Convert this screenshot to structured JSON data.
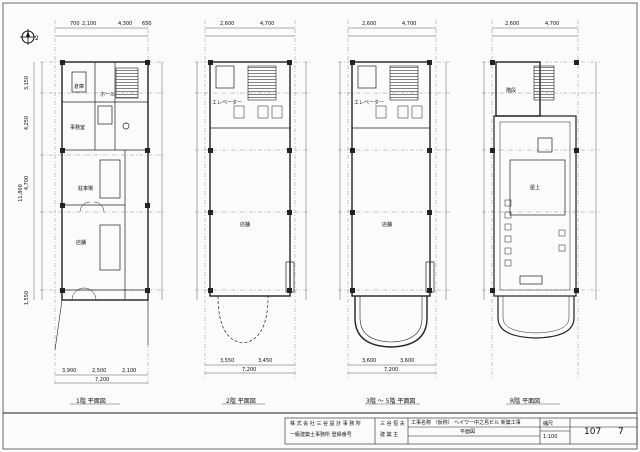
{
  "drawing": {
    "north_mark": "2",
    "plans": [
      {
        "id": "f1",
        "caption": "1階 平面図",
        "dims_top": [
          "700",
          "2,100",
          "4,300",
          "650"
        ],
        "dims_bottom": [
          "3,900",
          "2,500",
          "2,100",
          "7,200"
        ],
        "rooms": [
          "倉庫",
          "ホール",
          "事務室",
          "駐車場",
          "店舗"
        ]
      },
      {
        "id": "f2",
        "caption": "2階 平面図",
        "dims_top": [
          "2,600",
          "4,700"
        ],
        "dims_bottom": [
          "3,550",
          "3,450",
          "7,200"
        ],
        "rooms": [
          "エレベーター",
          "店舗"
        ]
      },
      {
        "id": "f3",
        "caption": "3階 ～ 5階 平面図",
        "dims_top": [
          "2,600",
          "4,700"
        ],
        "dims_bottom": [
          "3,600",
          "3,600",
          "7,200"
        ],
        "rooms": [
          "エレベーター",
          "店舗"
        ]
      },
      {
        "id": "roof",
        "caption": "R階 平面図",
        "dims_top": [
          "2,600",
          "4,700"
        ],
        "dims_bottom": [],
        "rooms": [
          "階段",
          "屋上"
        ]
      }
    ],
    "left_dims": [
      "3,150",
      "4,250",
      "4,700",
      "11,800",
      "1,550"
    ]
  },
  "title_block": {
    "firm_name": "株 式 会 社 三 谷 設 計 事 務 所",
    "firm_line2": "一級建築士事務所 登録番号",
    "client_line1": "三 谷 恒 夫",
    "client_line2": "建 築 主",
    "project": "工事名称 （仮称） ヘイワー中之島ビル 新築工事",
    "drawing_name": "平面図",
    "scale_label": "縮尺",
    "scale": "1:100",
    "sheet_no": "107",
    "page_mark": "7"
  }
}
